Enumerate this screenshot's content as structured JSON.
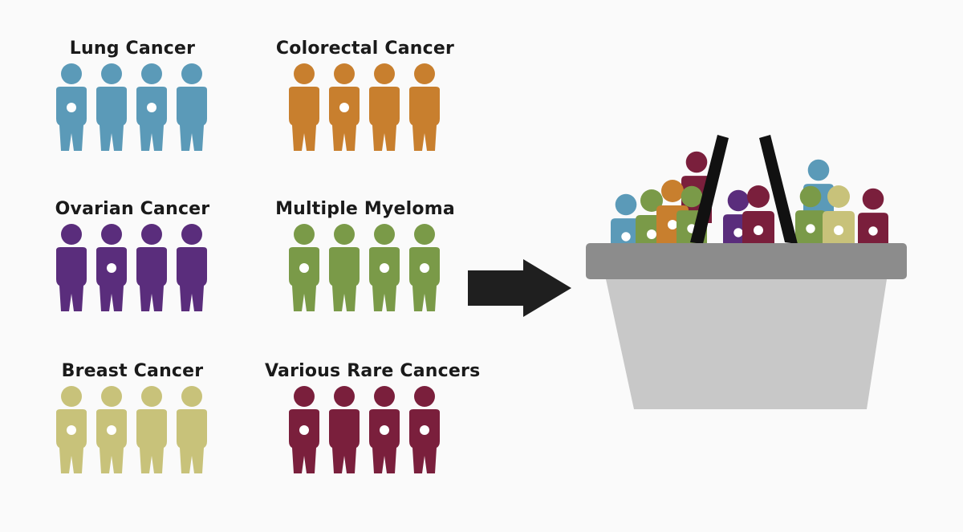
{
  "groups": [
    {
      "id": "lung",
      "title": "Lung Cancer",
      "color": "#5b9ab8",
      "dot_positions": [
        0,
        2
      ]
    },
    {
      "id": "colorectal",
      "title": "Colorectal Cancer",
      "color": "#c87f2e",
      "dot_positions": [
        1
      ]
    },
    {
      "id": "ovarian",
      "title": "Ovarian Cancer",
      "color": "#5a2d7c",
      "dot_positions": [
        1
      ]
    },
    {
      "id": "myeloma",
      "title": "Multiple Myeloma",
      "color": "#7a9a48",
      "dot_positions": [
        0,
        2,
        3
      ]
    },
    {
      "id": "breast",
      "title": "Breast Cancer",
      "color": "#c8c27a",
      "dot_positions": [
        0,
        1
      ]
    },
    {
      "id": "rare",
      "title": "Various Rare Cancers",
      "color": "#7a1f3c",
      "dot_positions": [
        0,
        2,
        3
      ]
    }
  ],
  "arrow": {
    "icon": "right-arrow-icon",
    "color": "#1f1f1f"
  },
  "basket": {
    "icon": "basket-icon",
    "rim_color": "#8c8c8c",
    "body_color": "#c8c8c8",
    "handle_color": "#111111"
  }
}
